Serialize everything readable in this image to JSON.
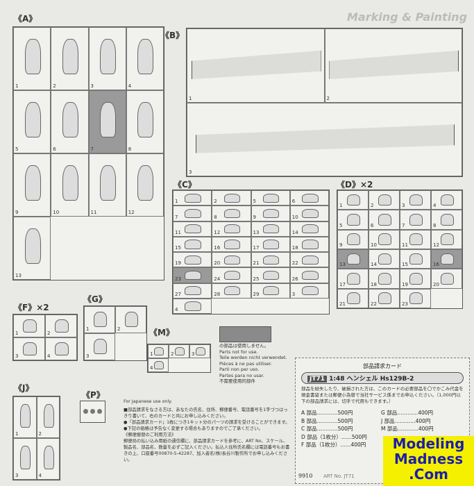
{
  "header": {
    "title": "Marking & Painting"
  },
  "sprues": [
    {
      "id": "A",
      "label": "《A》",
      "cols": 4,
      "parts": [
        "1",
        "2",
        "3",
        "4",
        "5",
        "6",
        "7",
        "8",
        "9",
        "10",
        "11",
        "12",
        "13"
      ]
    },
    {
      "id": "B",
      "label": "《B》",
      "cols": 2,
      "parts": [
        "1",
        "2",
        "3"
      ]
    },
    {
      "id": "C",
      "label": "《C》",
      "cols": 4,
      "parts": [
        "1",
        "2",
        "5",
        "6",
        "7",
        "8",
        "9",
        "10",
        "11",
        "12",
        "13",
        "14",
        "15",
        "16",
        "17",
        "18",
        "19",
        "20",
        "21",
        "22",
        "23",
        "24",
        "25",
        "26",
        "27",
        "28",
        "29",
        "3",
        "4"
      ]
    },
    {
      "id": "D",
      "label": "《D》×2",
      "cols": 4,
      "parts": [
        "1",
        "2",
        "3",
        "4",
        "5",
        "6",
        "7",
        "8",
        "9",
        "10",
        "11",
        "12",
        "13",
        "14",
        "15",
        "16",
        "17",
        "18",
        "19",
        "20",
        "21",
        "22",
        "23"
      ]
    },
    {
      "id": "F",
      "label": "《F》×2",
      "cols": 2,
      "parts": [
        "1",
        "2",
        "3",
        "4"
      ]
    },
    {
      "id": "G",
      "label": "《G》",
      "cols": 2,
      "parts": [
        "1",
        "2",
        "3"
      ]
    },
    {
      "id": "M",
      "label": "《M》",
      "cols": 3,
      "parts": [
        "1",
        "2",
        "3",
        "4"
      ]
    },
    {
      "id": "J",
      "label": "《J》",
      "cols": 2,
      "parts": [
        "1",
        "2",
        "3",
        "4"
      ]
    },
    {
      "id": "P",
      "label": "《P》",
      "cols": 1,
      "parts": []
    }
  ],
  "not_for_use": {
    "lines": [
      "の部品は使用しません。",
      "Parts not for use.",
      "Teile werden nicht verwendet.",
      "Pièces à ne pas utiliser.",
      "Parti non per uso.",
      "Partes para no usar.",
      "不需要使用的部件"
    ],
    "swatch_color": "#8a8a8a"
  },
  "japanese_note": {
    "title": "For Japanese use only.",
    "lines": [
      "■部品請求をなさる方は、あなたの氏名、住所、郵便番号、電話番号を1字づつはっきり書いて、右のカードと共にお申し込みください。",
      "●「部品請求カード」1枚につき1キット分のパーツの請求を受けることができます。",
      "●下記の価格は予告なく変更する場合もありますのでご了承ください。",
      "《郵便振替のご利用方法》",
      "郵便局の払い込み用紙の通信欄に、部品請求カードを参考に、ART No、スケール、製品名、部品名、数量を必ずご記入ください。払込人住所氏名欄には電話番号もお書きの上、口座番号00870-5-42287、加入者名(株)長谷川製作所でお申し込みください。"
    ]
  },
  "order_card": {
    "heading": "部品請求カード",
    "code": "JT71",
    "product": "1:48 ヘンシェル Hs129B-2",
    "body": "部品を紛失したり、破損された方は、このカードの必要部品を〇でかこみ代金を現金書留または郵便小為替で当社サービス係までお申込ください。（1,000円以下の部品請求には、切手で代用もできます。）",
    "prices_left": [
      "A 部品…………500円",
      "B 部品…………500円",
      "C 部品…………500円",
      "D 部品（1枚分）……500円",
      "F 部品（1枚分）……400円"
    ],
    "prices_right": [
      "G 部品…………400円",
      "J 部品…………400円",
      "M 部品…………400円"
    ],
    "footer_code": "9910",
    "art_no": "ART No. JT71"
  },
  "logo": {
    "lines": [
      "Modeling",
      "Madness",
      ".Com"
    ],
    "bg": "#f4f000",
    "fg": "#1b1fa8"
  }
}
